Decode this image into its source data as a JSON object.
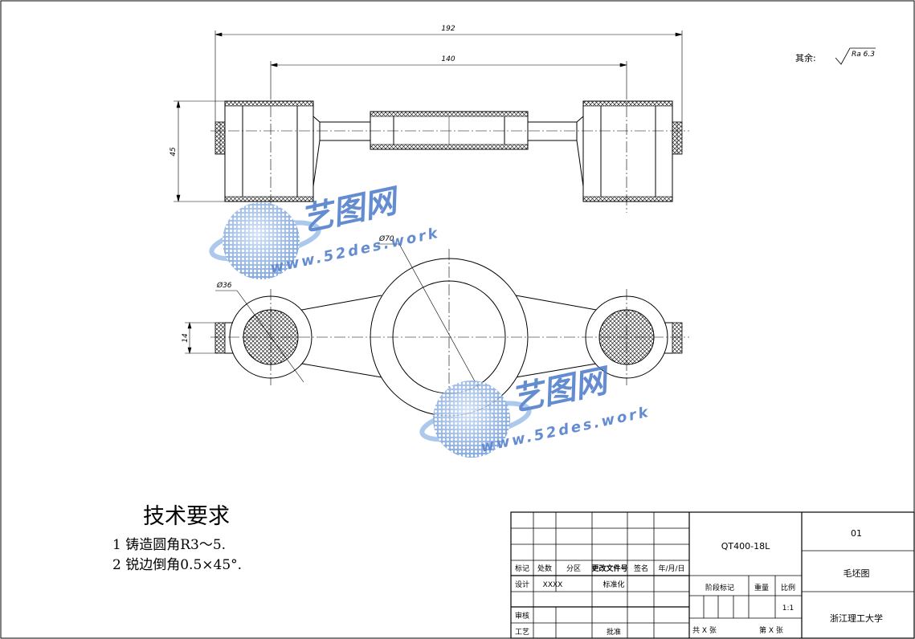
{
  "dimensions": {
    "overall_length": "192",
    "center_distance": "140",
    "height": "45",
    "big_bore_diameter": "Ø70",
    "small_boss_diameter": "Ø36",
    "rib_width": "14"
  },
  "surface_finish": {
    "label": "其余:",
    "value": "Ra 6.3"
  },
  "requirements": {
    "title": "技术要求",
    "items": [
      "1 铸造圆角R3～5.",
      "2 锐边倒角0.5×45°."
    ]
  },
  "watermark": {
    "brand": "艺图网",
    "url": "www.52des.work"
  },
  "title_block": {
    "material": "QT400-18L",
    "drawing_number": "01",
    "drawing_name": "毛坯图",
    "organization": "浙江理工大学",
    "rev_headers": [
      "标记",
      "处数",
      "分区",
      "更改文件号",
      "签名",
      "年/月/日"
    ],
    "design_label": "设计",
    "designer": "XXXX",
    "standardization_label": "标准化",
    "review_label": "审核",
    "process_label": "工艺",
    "approve_label": "批准",
    "stage_label": "阶段标记",
    "weight_label": "重量",
    "scale_label": "比例",
    "scale_value": "1:1",
    "sheets_total": "共 X 张",
    "sheet_current": "第 X 张"
  },
  "colors": {
    "line": "#000000",
    "watermark_blue": "#4a78c8",
    "watermark_light": "#9ec0ea"
  }
}
